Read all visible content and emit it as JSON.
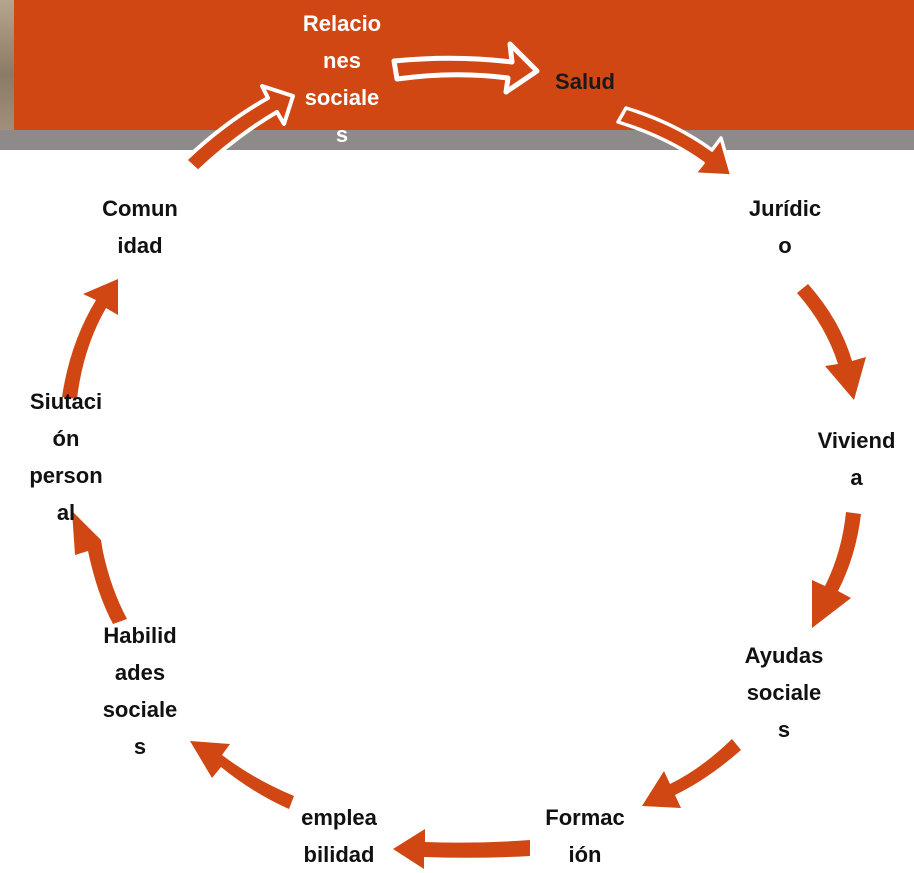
{
  "colors": {
    "banner": "#d04714",
    "stripe": "#8f8a8a",
    "arrow": "#d04714",
    "arrow_outline_light": "#ffffff",
    "text": "#111111"
  },
  "cycle": {
    "nodes": [
      {
        "id": "relaciones",
        "text": "Relacio\nnes\nsociale\ns"
      },
      {
        "id": "salud",
        "text": "Salud"
      },
      {
        "id": "juridico",
        "text": "Jurídic\no"
      },
      {
        "id": "vivienda",
        "text": "Viviend\na"
      },
      {
        "id": "ayudas",
        "text": "Ayudas\nsociale\ns"
      },
      {
        "id": "formacion",
        "text": "Formac\nión"
      },
      {
        "id": "empleabilidad",
        "text": "emplea\nbilidad"
      },
      {
        "id": "habilidades",
        "text": "Habilid\nades\nsociale\ns"
      },
      {
        "id": "situacion",
        "text": "Siutaci\nón\nperson\nal"
      },
      {
        "id": "comunidad",
        "text": "Comun\nidad"
      }
    ]
  }
}
